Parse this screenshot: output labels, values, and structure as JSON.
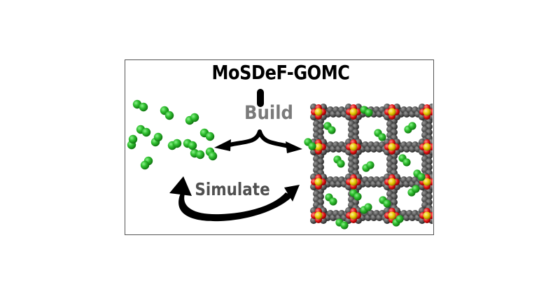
{
  "title": "MoSDeF-GOMC",
  "build_label": "Build",
  "simulate_label": "Simulate",
  "colors": {
    "molecule_green": "#22b022",
    "framework_gray": "#5a5a5a",
    "framework_red": "#e01010",
    "framework_yellow": "#e8c800",
    "build_text": "#7a7a7a",
    "simulate_text": "#505050",
    "frame_border": "#555555"
  },
  "icons": [
    "gas-molecules-icon",
    "porous-framework-icon",
    "branch-arrow-icon",
    "curved-arrow-icon"
  ]
}
